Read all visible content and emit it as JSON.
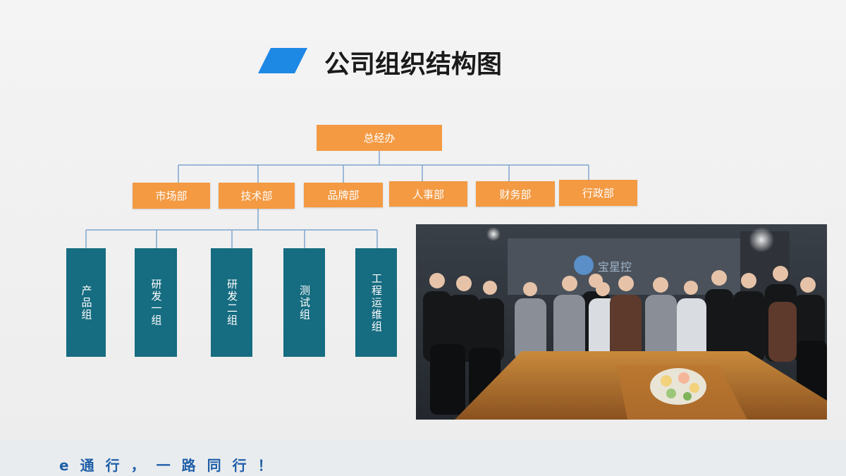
{
  "page": {
    "title": "公司组织结构图",
    "footer_slogan": "e通行，一路同行！"
  },
  "org": {
    "root": "总经办",
    "departments": [
      "市场部",
      "技术部",
      "品牌部",
      "人事部",
      "财务部",
      "行政部"
    ],
    "tech_groups": [
      "产品组",
      "研发一组",
      "研发二组",
      "测试组",
      "工程运维组"
    ]
  },
  "photo": {
    "wall_sign": "宝星控"
  },
  "colors": {
    "accent_blue": "#1e88e5",
    "orange": "#f39a43",
    "teal": "#166c80",
    "connector": "#7fa6cf",
    "slogan": "#1f5fa8"
  },
  "icons": {
    "title_mark": "parallelogram-shape"
  }
}
